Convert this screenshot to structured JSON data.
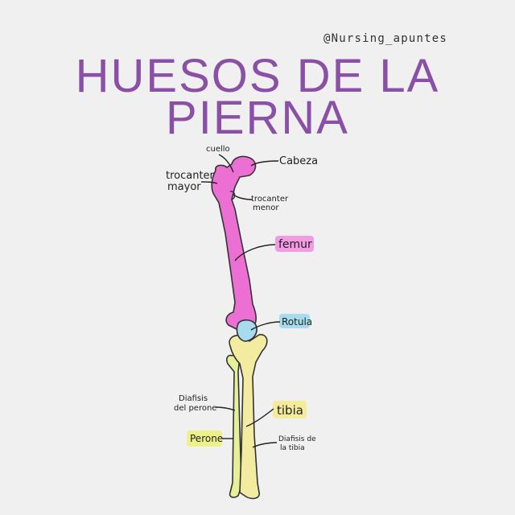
{
  "credit": "@Nursing_apuntes",
  "title": {
    "line1": "HUESOS DE LA",
    "line2": "PIERNA"
  },
  "labels": {
    "cuello": "cuello",
    "cabeza": "Cabeza",
    "trocanter_mayor_1": "trocanter",
    "trocanter_mayor_2": "mayor",
    "trocanter_menor_1": "trocanter",
    "trocanter_menor_2": "menor",
    "femur": "femur",
    "rotula": "Rotula",
    "diafisis_perone_1": "Diafisis",
    "diafisis_perone_2": "del perone",
    "tibia": "tibia",
    "perone": "Perone",
    "diafisis_tibia_1": "Diafisis de",
    "diafisis_tibia_2": "la tibia"
  },
  "colors": {
    "title": "#8a4fa6",
    "femur": "#ec6fd3",
    "rotula": "#a9dbef",
    "tibia": "#f3eba0",
    "perone": "#e6ef9a",
    "highlight_pink": "#f29ae3",
    "highlight_blue": "#a9dbef",
    "highlight_yellow": "#f4ec9a",
    "highlight_lime": "#eef08a",
    "outline": "#333333"
  }
}
